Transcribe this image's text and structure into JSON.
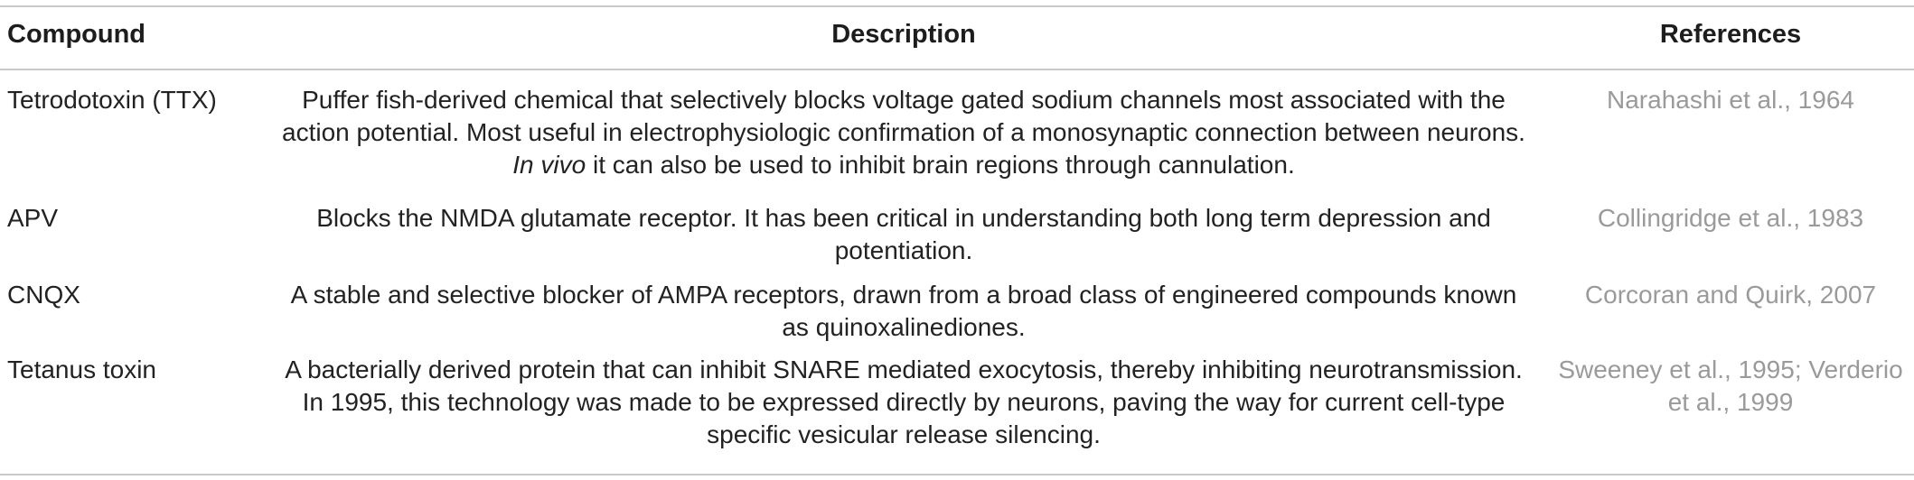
{
  "header": {
    "compound": "Compound",
    "description": "Description",
    "references": "References"
  },
  "rows": [
    {
      "compound": "Tetrodotoxin (TTX)",
      "description_before": "Puffer fish-derived chemical that selectively blocks voltage gated sodium channels most associated with the action potential. Most useful in electrophysiologic confirmation of a monosynaptic connection between neurons. ",
      "description_italic": "In vivo",
      "description_after": " it can also be used to inhibit brain regions through cannulation.",
      "references": [
        "Narahashi et al., 1964"
      ]
    },
    {
      "compound": "APV",
      "description": "Blocks the NMDA glutamate receptor. It has been critical in understanding both long term depression and potentiation.",
      "references": [
        "Collingridge et al., 1983"
      ]
    },
    {
      "compound": "CNQX",
      "description": "A stable and selective blocker of AMPA receptors, drawn from a broad class of engineered compounds known as quinoxalinediones.",
      "references": [
        "Corcoran and Quirk, 2007"
      ]
    },
    {
      "compound": "Tetanus toxin",
      "description": "A bacterially derived protein that can inhibit SNARE mediated exocytosis, thereby inhibiting neurotransmission. In 1995, this technology was made to be expressed directly by neurons, paving the way for current cell-type specific vesicular release silencing.",
      "references": [
        "Sweeney et al., 1995;",
        "Verderio et al., 1999"
      ]
    }
  ],
  "colors": {
    "text": "#222222",
    "reference_text": "#9a9a9a",
    "rule": "#c9c9c9"
  }
}
